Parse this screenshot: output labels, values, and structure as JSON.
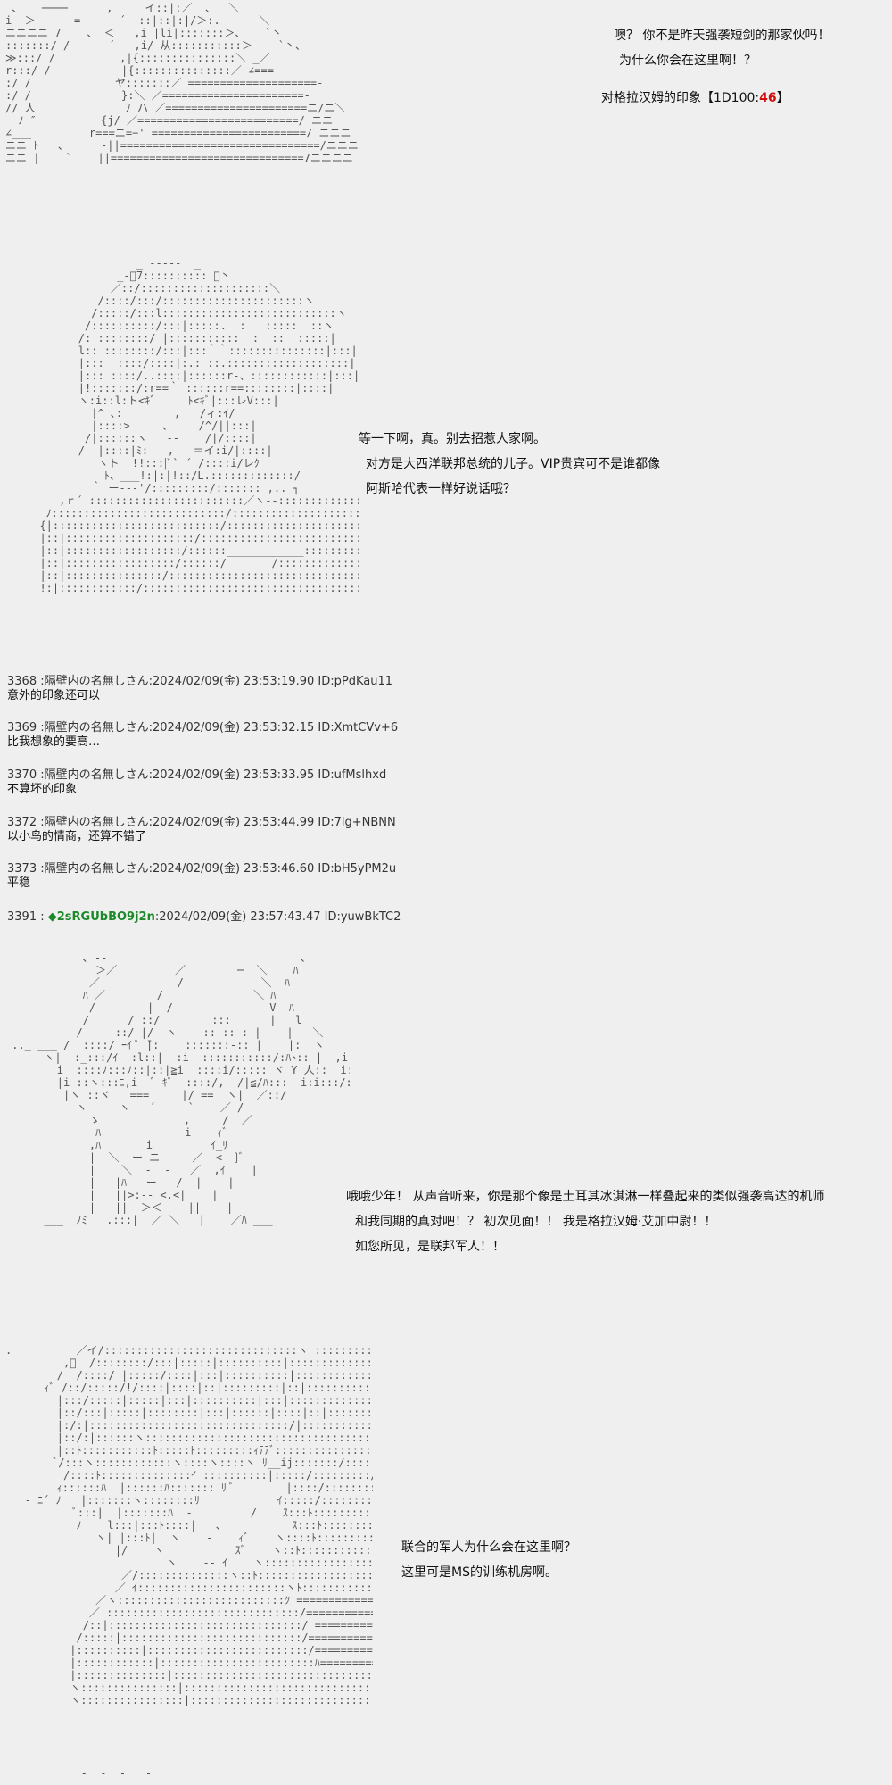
{
  "scene1": {
    "lines": [
      "噢？ 你不是昨天强袭短剑的那家伙吗！",
      "为什么你会在这里啊！？"
    ],
    "impression_prefix": "对格拉汉姆的印象【1D100:",
    "impression_roll": "46",
    "impression_suffix": "】"
  },
  "scene2": {
    "lines": [
      "等一下啊，真。别去招惹人家啊。",
      "对方是大西洋联邦总统的儿子。VIP贵宾可不是谁都像",
      "阿斯哈代表一样好说话哦？"
    ]
  },
  "posts": [
    {
      "header": "3368 :隔壁内の名無しさん:2024/02/09(金) 23:53:19.90 ID:pPdKau11",
      "body": "意外的印象还可以"
    },
    {
      "header": "3369 :隔壁内の名無しさん:2024/02/09(金) 23:53:32.15 ID:XmtCVv+6",
      "body": "比我想象的要高…"
    },
    {
      "header": "3370 :隔壁内の名無しさん:2024/02/09(金) 23:53:33.95 ID:ufMslhxd",
      "body": "不算坏的印象"
    },
    {
      "header": "3372 :隔壁内の名無しさん:2024/02/09(金) 23:53:44.99 ID:7lg+NBNN",
      "body": "以小鸟的情商，还算不错了"
    },
    {
      "header": "3373 :隔壁内の名無しさん:2024/02/09(金) 23:53:46.60 ID:bH5yPM2u",
      "body": "平稳"
    }
  ],
  "post3391": {
    "num": "3391 :",
    "trip": "◆2sRGUbBO9j2n",
    "rest": ":2024/02/09(金) 23:57:43.47 ID:yuwBkTC2"
  },
  "scene3": {
    "lines": [
      "哦哦少年！ 从声音听来，你是那个像是土耳其冰淇淋一样叠起来的类似强袭高达的机师",
      "和我同期的真对吧！？ 初次见面！！ 我是格拉汉姆·艾加中尉！！",
      "如您所见，是联邦军人！！"
    ]
  },
  "scene4": {
    "lines": [
      "联合的军人为什么会在这里啊？",
      "这里可是MS的训练机房啊。"
    ]
  }
}
